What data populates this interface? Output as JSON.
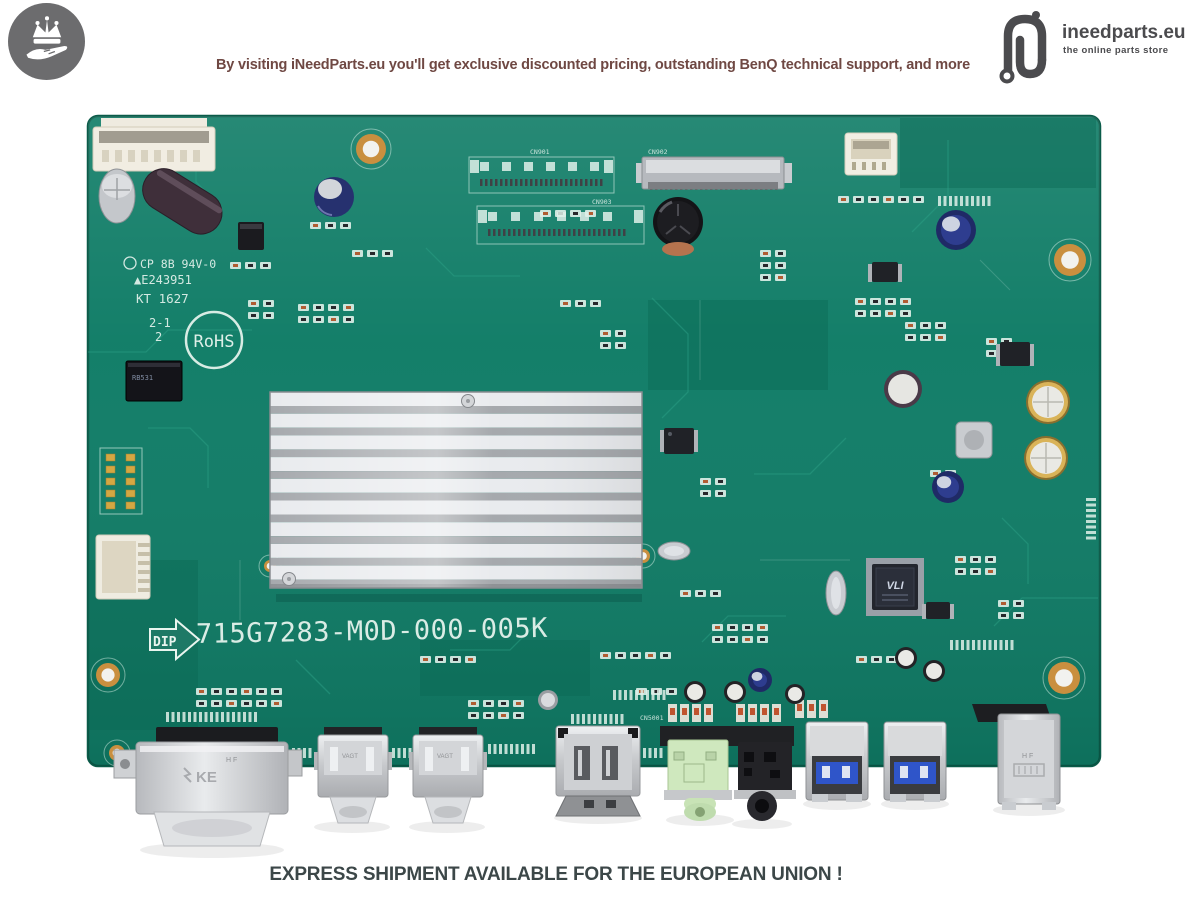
{
  "header": {
    "promo_text": "By visiting iNeedParts.eu you'll get exclusive discounted pricing, outstanding BenQ technical support, and more",
    "brand": {
      "wordmark": "ineedparts.eu",
      "tagline": "the online parts store"
    }
  },
  "footer": {
    "shipping_notice": "EXPRESS SHIPMENT AVAILABLE FOR THE EUROPEAN UNION !"
  },
  "pcb": {
    "part_number": "715G7283-M0D-000-005K",
    "silkscreen": {
      "ul_rating": "CP 8B 94V-0",
      "ul_file": "▲E243951",
      "date_code": "KT 1627",
      "rev_top": "2-1",
      "rev_bottom": "2",
      "rohs": "RoHS",
      "dip": "DIP",
      "cn901": "CN901",
      "cn902": "CN902",
      "cn903": "CN903",
      "cn5001": "CN5001"
    },
    "components": {
      "relay_label": "RB531",
      "main_chip_logo": "VLI",
      "dvi_shell_stamp": "KE",
      "shell_stamp_hf": "H F",
      "hdmi_shell_stamp": "VAGT"
    },
    "colors": {
      "board_green": "#0f7c66",
      "silkscreen_white": "#e9f5ef",
      "usb_blue": "#2f55c9",
      "audio_jack_green": "#cfe8be",
      "heatsink_silver": "#cbced2"
    }
  },
  "page": {
    "background": "#ffffff",
    "promo_color": "#6f4843",
    "footer_color": "#3c4748",
    "brand_color": "#4b4b4e"
  }
}
